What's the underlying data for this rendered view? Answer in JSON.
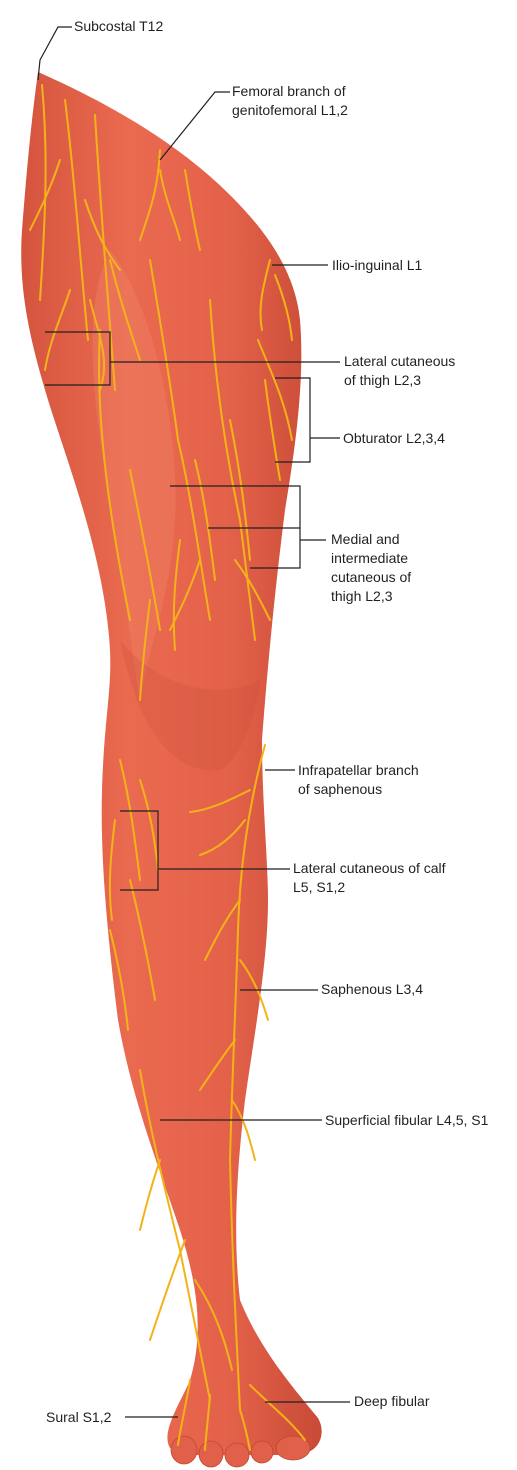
{
  "colors": {
    "skin": "#e5614a",
    "skin_dark": "#c94a35",
    "skin_light": "#ef7a60",
    "nerve": "#f2b318",
    "leader": "#231f20",
    "text": "#231f20",
    "background": "#ffffff"
  },
  "labels": {
    "subcostal": "Subcostal T12",
    "femoral_branch": [
      "Femoral branch of",
      "genitofemoral L1,2"
    ],
    "ilio_inguinal": "Ilio-inguinal L1",
    "lateral_cutaneous_thigh": [
      "Lateral cutaneous",
      "of thigh L2,3"
    ],
    "obturator": "Obturator L2,3,4",
    "medial_intermediate": [
      "Medial and",
      "intermediate",
      "cutaneous of",
      "thigh L2,3"
    ],
    "infrapatellar": [
      "Infrapatellar branch",
      "of saphenous"
    ],
    "lateral_cutaneous_calf": [
      "Lateral cutaneous of calf",
      "L5, S1,2"
    ],
    "saphenous": "Saphenous L3,4",
    "superficial_fibular": "Superficial fibular L4,5, S1",
    "sural": "Sural S1,2",
    "deep_fibular": "Deep fibular"
  }
}
